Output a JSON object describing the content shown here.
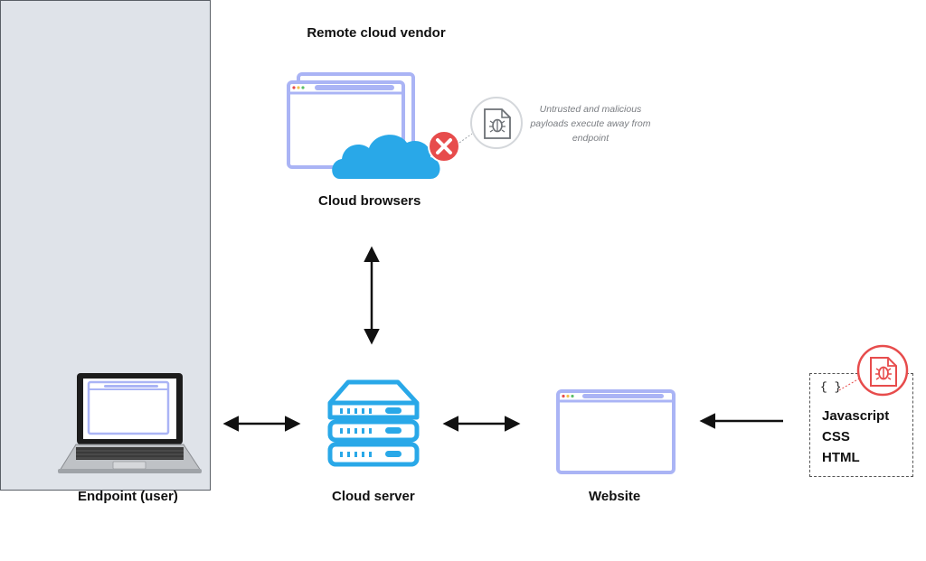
{
  "vendor": {
    "title": "Remote cloud vendor"
  },
  "nodes": {
    "cloud_browsers": "Cloud browsers",
    "cloud_server": "Cloud server",
    "endpoint": "Endpoint (user)",
    "website": "Website"
  },
  "note": {
    "text": "Untrusted and malicious payloads execute away from endpoint"
  },
  "code": {
    "braces": "{ }",
    "lines": [
      "Javascript",
      "CSS",
      "HTML"
    ]
  },
  "colors": {
    "accent_blue": "#29a8e8",
    "window_blue": "#aab4f5",
    "danger_red": "#e74c4c",
    "vendor_bg": "#dfe3e9",
    "arrow": "#111111"
  },
  "icons": [
    "browser-window-icon",
    "cloud-icon",
    "error-x-icon",
    "malware-file-icon",
    "server-stack-icon",
    "laptop-icon",
    "bug-file-icon"
  ]
}
